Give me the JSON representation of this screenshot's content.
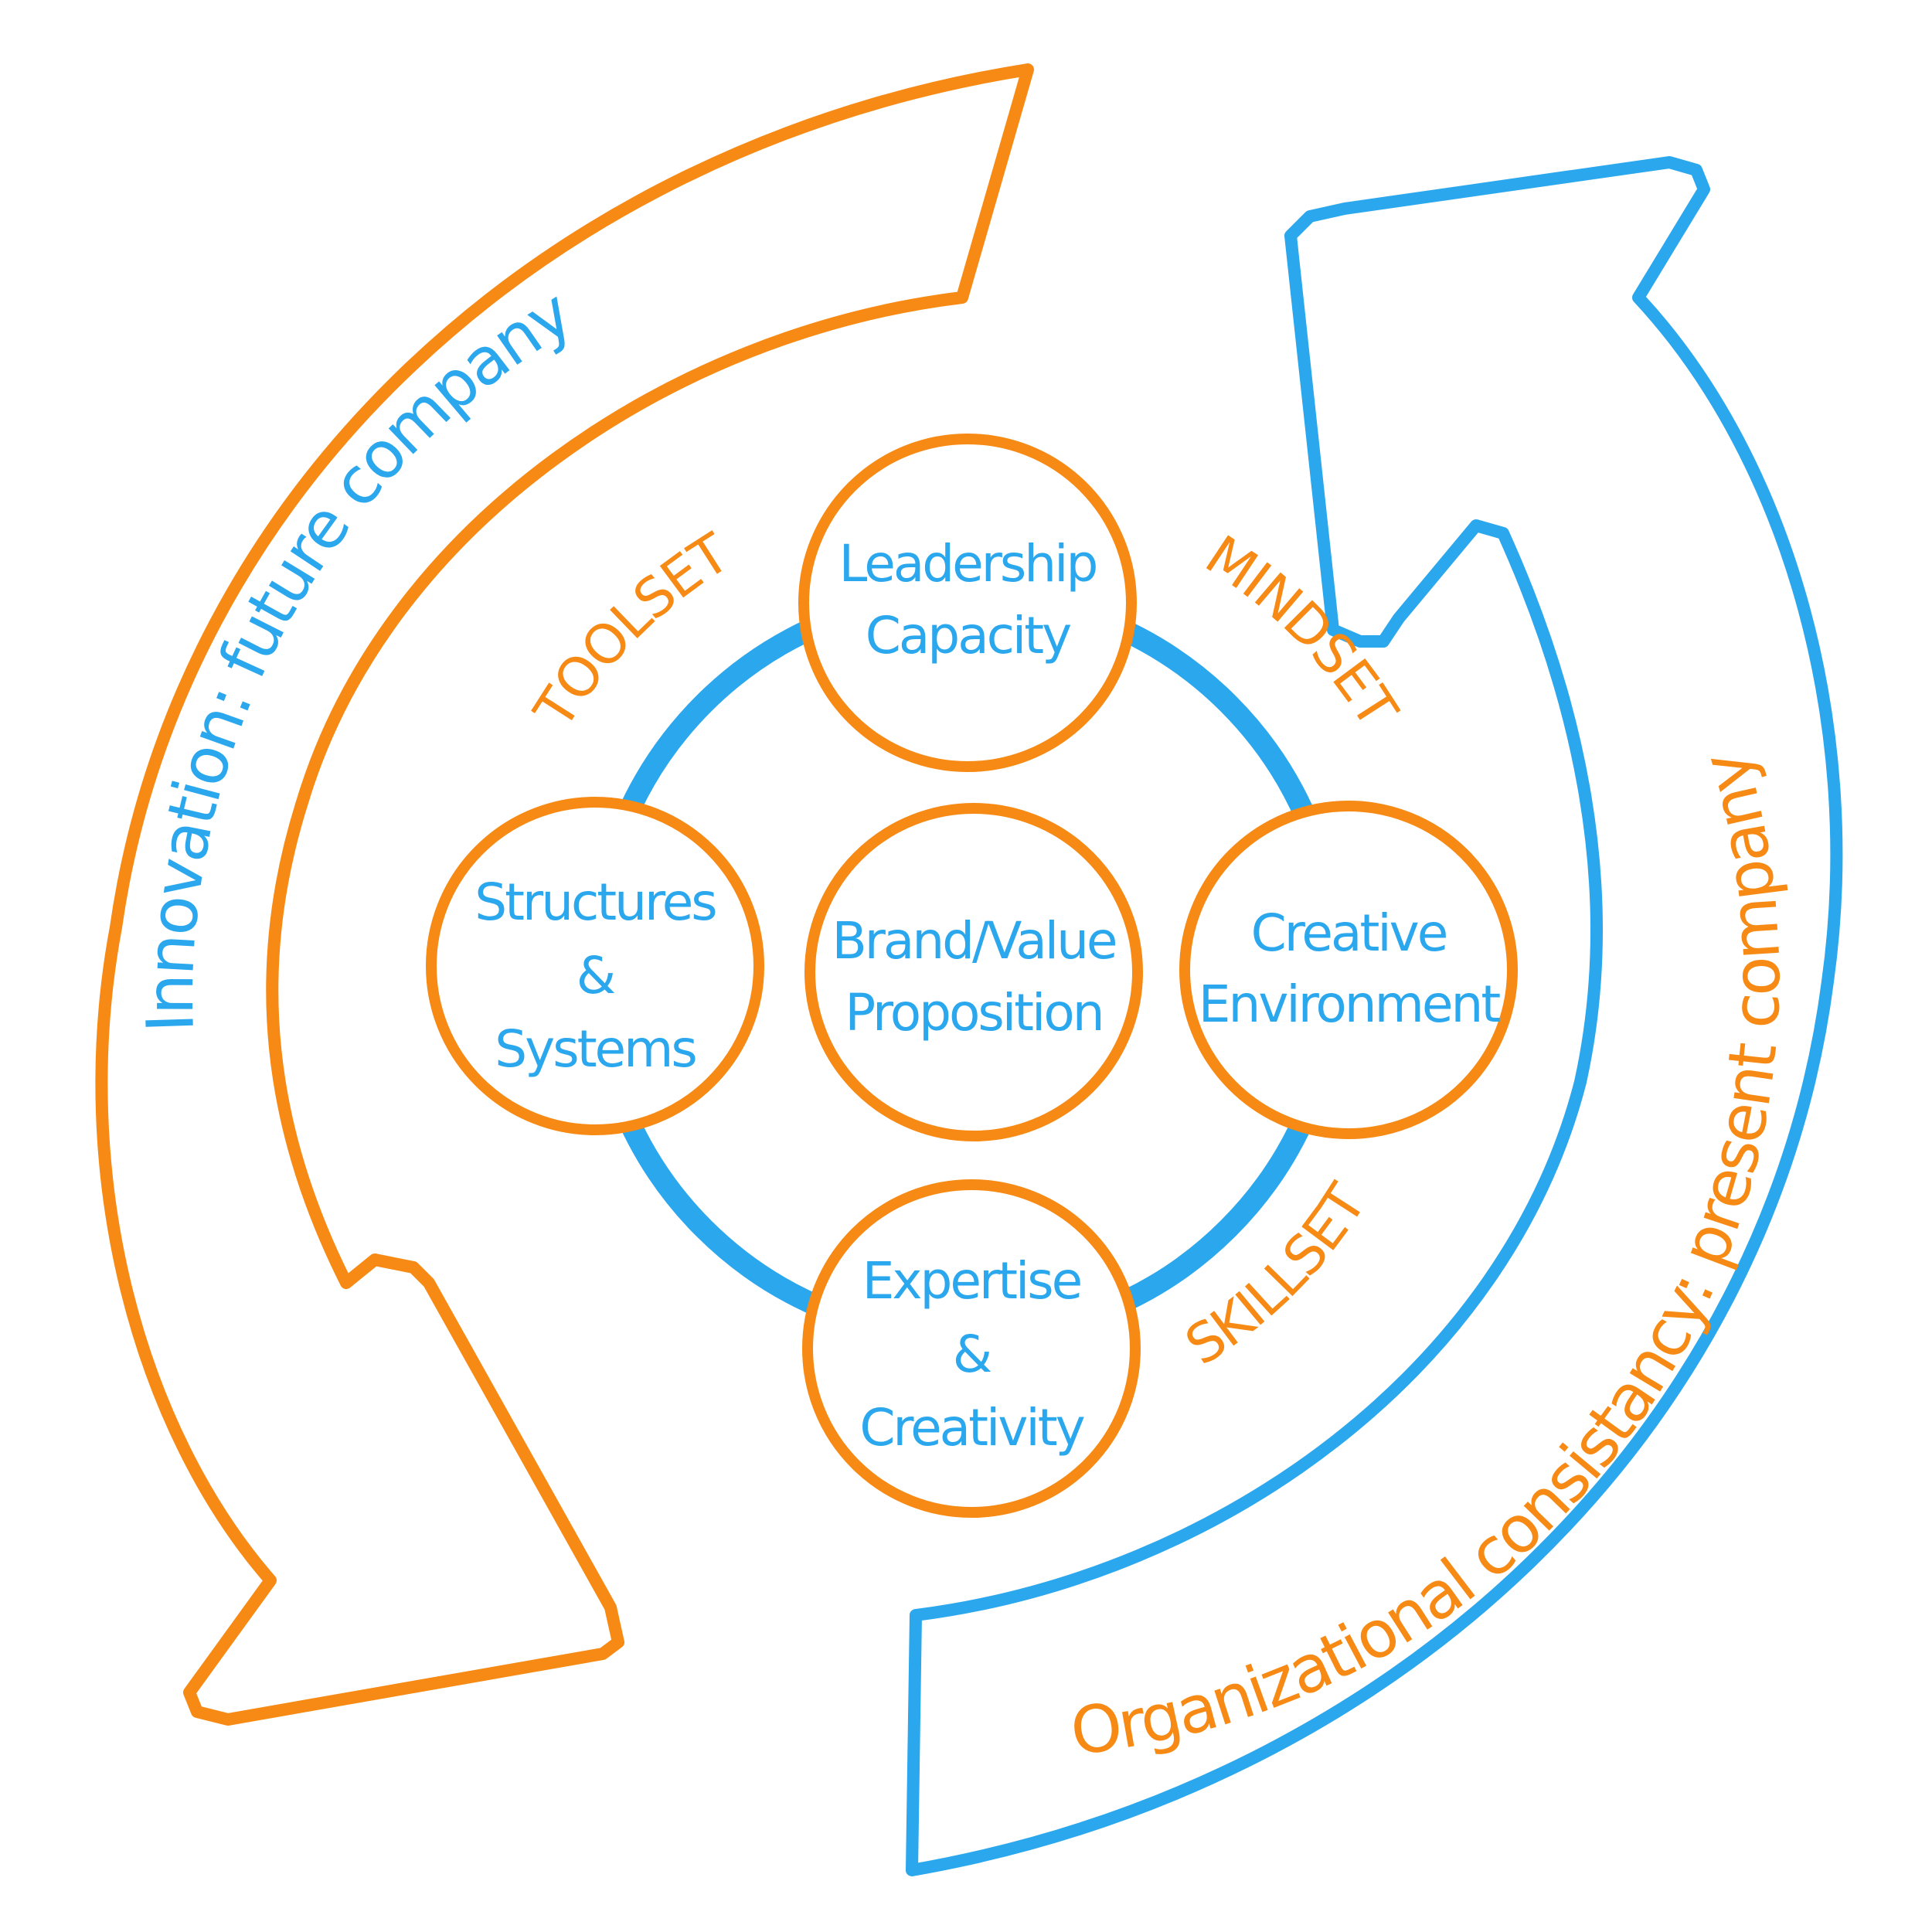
{
  "colors": {
    "orange": "#F68A14",
    "blue": "#2BA7EE",
    "background": "#FFFFFF"
  },
  "arrows": {
    "innovation": {
      "label": "Innovation: future company",
      "arrow_color": "orange",
      "text_color": "blue"
    },
    "organizational": {
      "label": "Organizational consistancy: present company",
      "arrow_color": "blue",
      "text_color": "orange"
    }
  },
  "sets": {
    "toolset": "TOOLSET",
    "mindset": "MINDSET",
    "skillset": "SKILLSET"
  },
  "circles": {
    "leadership": {
      "line1": "Leadership",
      "line2": "Capacity"
    },
    "structures": {
      "line1": "Structures",
      "line2": "&",
      "line3": "Systems"
    },
    "brand": {
      "line1": "Brand/Value",
      "line2": "Proposition"
    },
    "creative": {
      "line1": "Creative",
      "line2": "Environment"
    },
    "expertise": {
      "line1": "Expertise",
      "line2": "&",
      "line3": "Creativity"
    }
  }
}
